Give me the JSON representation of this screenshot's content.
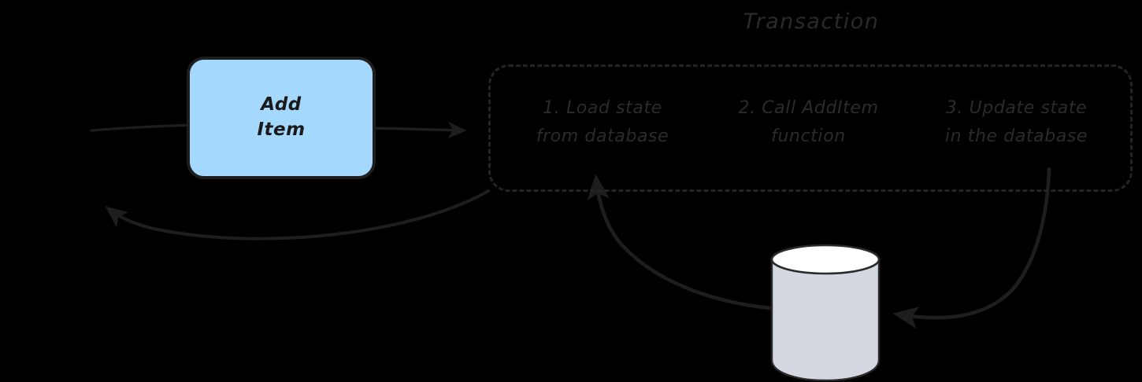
{
  "diagram": {
    "title": "Transaction",
    "background_color": "#000000",
    "ink_color": "#2a2a2a",
    "node": {
      "label": "Add\nItem",
      "fill_color": "#a5d8fd",
      "stroke_color": "#1e1e1e"
    },
    "steps": [
      {
        "id": "step-1",
        "text": "1. Load state\nfrom database"
      },
      {
        "id": "step-2",
        "text": "2. Call AddItem\nfunction"
      },
      {
        "id": "step-3",
        "text": "3. Update state\nin the database"
      }
    ],
    "database": {
      "top_color": "#ffffff",
      "body_color": "#d3d8e0",
      "stroke_color": "#2a2a2a"
    },
    "connectors": [
      {
        "id": "incoming-to-add-item",
        "from": "left-edge",
        "to": "add-item",
        "arrowhead": false
      },
      {
        "id": "add-item-to-transaction",
        "from": "add-item",
        "to": "transaction",
        "arrowhead": true
      },
      {
        "id": "transaction-to-left",
        "from": "transaction",
        "to": "left-edge",
        "arrowhead": true
      },
      {
        "id": "database-to-transaction",
        "from": "database",
        "to": "transaction",
        "arrowhead": true
      },
      {
        "id": "transaction-to-database",
        "from": "transaction",
        "to": "database",
        "arrowhead": true
      }
    ]
  }
}
